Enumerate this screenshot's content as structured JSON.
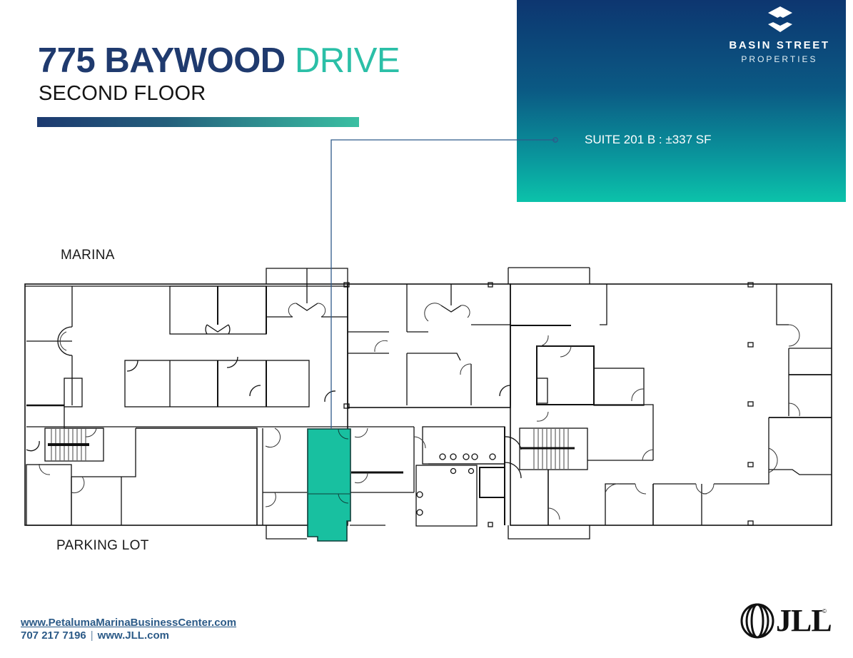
{
  "header": {
    "title_main": "775 BAYWOOD",
    "title_accent": "DRIVE",
    "subtitle": "SECOND FLOOR"
  },
  "brand": {
    "name": "BASIN STREET",
    "tagline": "PROPERTIES",
    "logo_icon": "stacked-diamond-icon"
  },
  "callout": {
    "suite_label": "SUITE 201 B : ±337 SF",
    "highlight_color": "#18c0a0"
  },
  "floorplan": {
    "labels": {
      "north": "MARINA",
      "south": "PARKING LOT"
    }
  },
  "footer": {
    "website": "www.PetalumaMarinaBusinessCenter.com",
    "phone": "707 217 7196",
    "separator": "|",
    "jll_website": "www.JLL.com",
    "jll_logo_text": "JLL",
    "jll_mark": "©"
  },
  "colors": {
    "navy": "#1f3a6e",
    "teal": "#2bbfa7",
    "panel_top": "#0d3670",
    "panel_bottom": "#0bc2aa",
    "link": "#2b5a87"
  }
}
